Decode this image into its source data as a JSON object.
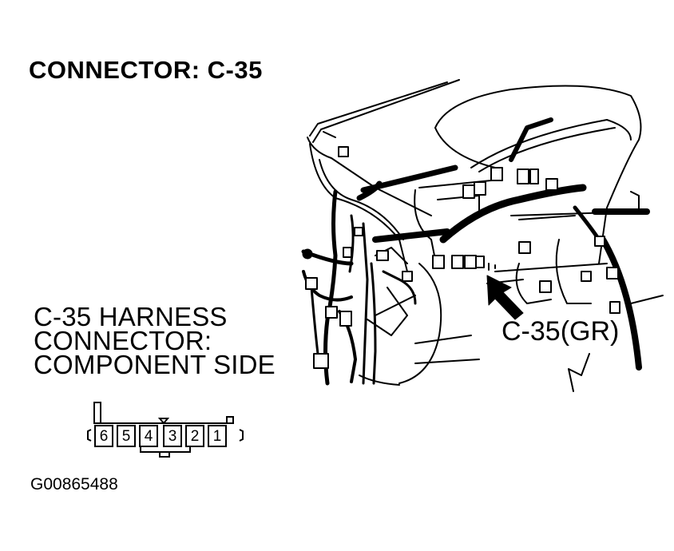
{
  "title": "CONNECTOR: C-35",
  "harness_label": {
    "line1": "C-35 HARNESS",
    "line2": "CONNECTOR:",
    "line3": "COMPONENT SIDE"
  },
  "callout_label": "C-35(GR)",
  "figure_id": "G00865488",
  "connector_pins": [
    "6",
    "5",
    "4",
    "3",
    "2",
    "1"
  ],
  "colors": {
    "ink": "#000000",
    "background": "#ffffff"
  }
}
